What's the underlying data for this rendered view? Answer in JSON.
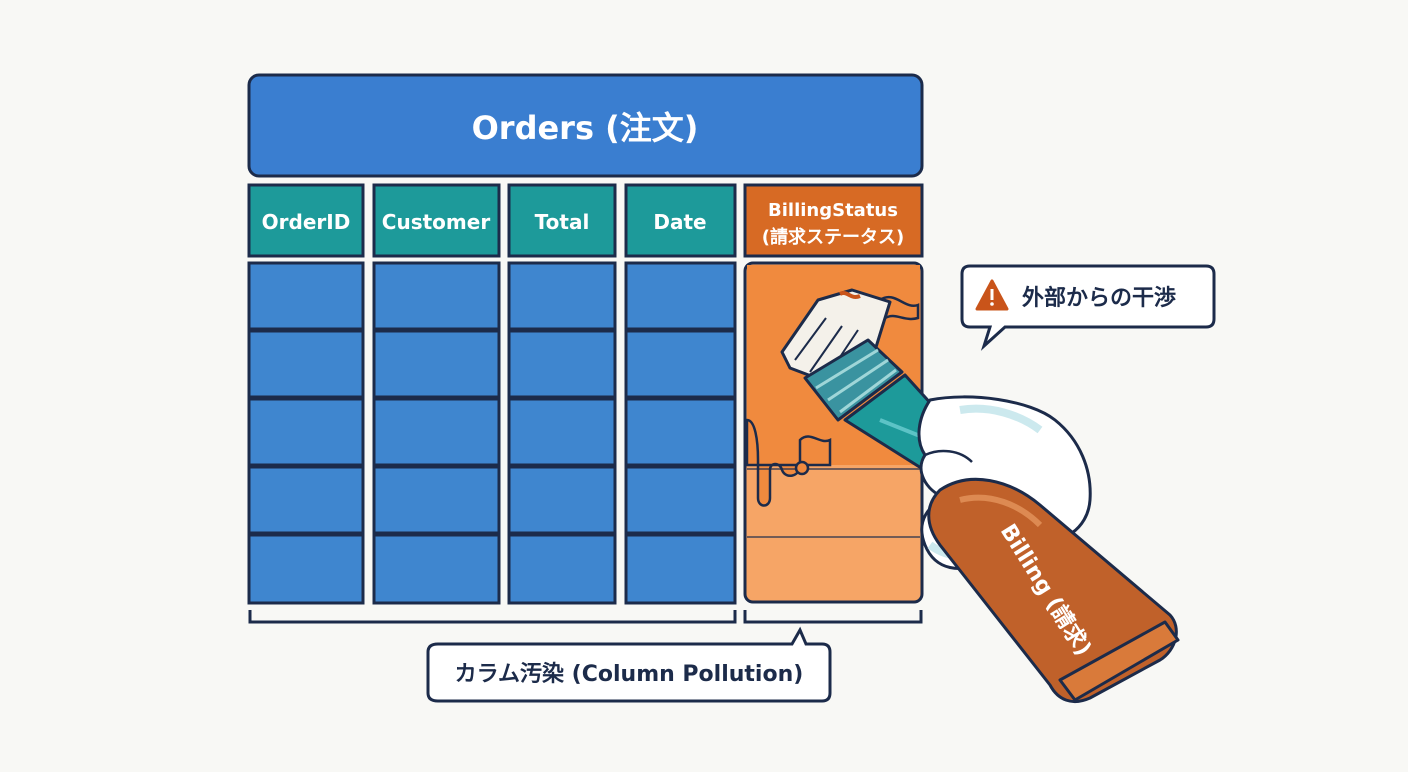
{
  "table": {
    "title": "Orders (注文)",
    "columns": [
      "OrderID",
      "Customer",
      "Total",
      "Date"
    ],
    "polluted_column": {
      "line1": "BillingStatus",
      "line2": "(請求ステータス)"
    },
    "row_count": 5
  },
  "warning_callout": {
    "icon": "warning-triangle-icon",
    "text": "外部からの干渉"
  },
  "pollution_label": {
    "text": "カラム汚染 (Column Pollution)"
  },
  "paint_hand": {
    "sleeve_label": "Billing (請求)"
  },
  "colors": {
    "table_blue": "#3f86cf",
    "header_blue": "#3a7ed0",
    "column_teal": "#1d9a9a",
    "outline_navy": "#1c2b4a",
    "orange": "#f08a3e",
    "orange_light": "#f6a566",
    "sleeve_brown": "#c0612a",
    "warning_red": "#c9541a"
  }
}
